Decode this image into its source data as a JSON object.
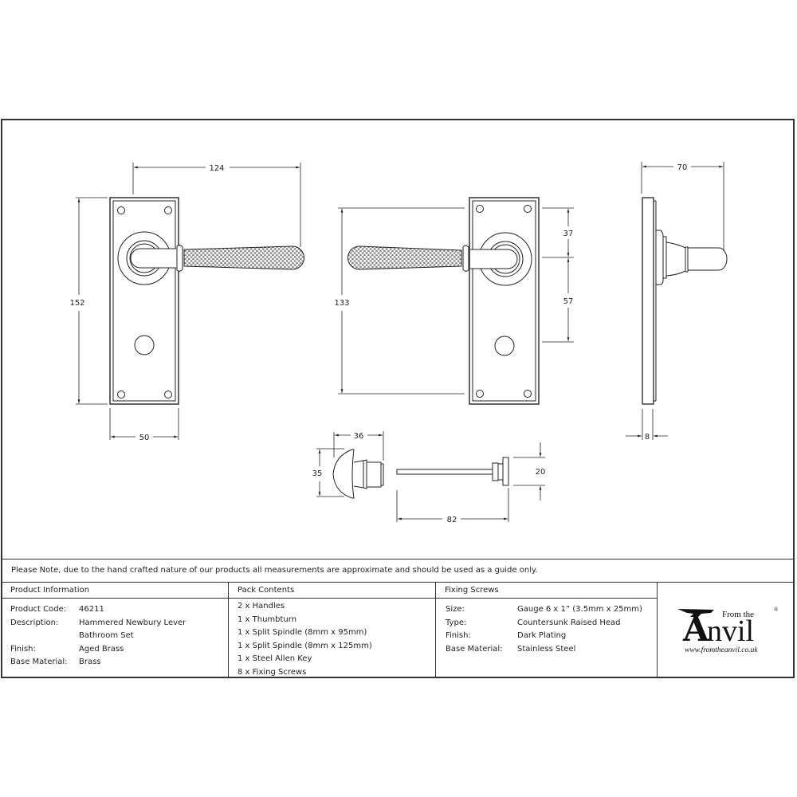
{
  "drawing": {
    "front_view": {
      "height_dim": "152",
      "width_dim": "50",
      "projection_dim": "124"
    },
    "rear_view": {
      "spindle_height_dim": "133",
      "top_to_spindle_dim": "37",
      "spindle_to_turn_dim": "57"
    },
    "side_view": {
      "projection_dim": "70",
      "plate_thickness_dim": "8"
    },
    "thumbturn": {
      "width_dim": "36",
      "height_dim": "35"
    },
    "release": {
      "length_dim": "82",
      "diameter_dim": "20"
    }
  },
  "note": "Please Note, due to the hand crafted nature of our products all measurements are approximate and should be used as a guide only.",
  "product_info": {
    "heading": "Product Information",
    "rows": [
      {
        "label": "Product Code:",
        "value": "46211"
      },
      {
        "label": "Description:",
        "value": "Hammered Newbury Lever"
      },
      {
        "label": "",
        "value": "Bathroom Set"
      },
      {
        "label": "Finish:",
        "value": "Aged Brass"
      },
      {
        "label": "Base Material:",
        "value": "Brass"
      }
    ]
  },
  "pack_contents": {
    "heading": "Pack Contents",
    "items": [
      "2 x Handles",
      "1 x Thumbturn",
      "1 x Split Spindle (8mm x 95mm)",
      "1 x Split Spindle (8mm x 125mm)",
      "1 x Steel Allen Key",
      "8 x Fixing Screws"
    ]
  },
  "fixing_screws": {
    "heading": "Fixing Screws",
    "rows": [
      {
        "label": "Size:",
        "value": "Gauge 6 x 1” (3.5mm x 25mm)"
      },
      {
        "label": "Type:",
        "value": "Countersunk Raised Head"
      },
      {
        "label": "Finish:",
        "value": "Dark Plating"
      },
      {
        "label": "Base Material:",
        "value": "Stainless Steel"
      }
    ]
  },
  "logo": {
    "from_the": "From the",
    "brand": "Anvil",
    "registered": "®",
    "url": "www.fromtheanvil.co.uk"
  }
}
